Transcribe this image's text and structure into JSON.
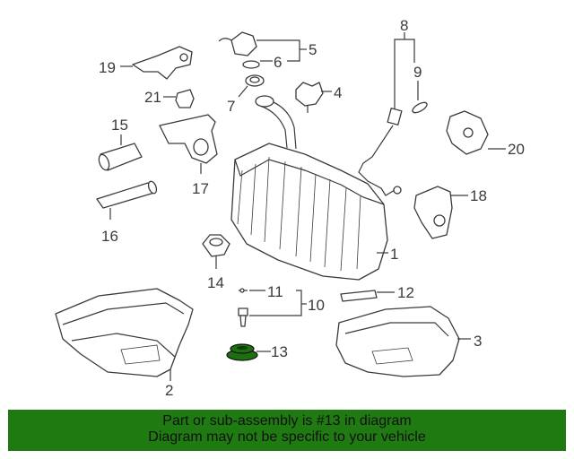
{
  "callouts": {
    "n1": "1",
    "n2": "2",
    "n3": "3",
    "n4": "4",
    "n5": "5",
    "n6": "6",
    "n7": "7",
    "n8": "8",
    "n9": "9",
    "n10": "10",
    "n11": "11",
    "n12": "12",
    "n13": "13",
    "n14": "14",
    "n15": "15",
    "n16": "16",
    "n17": "17",
    "n18": "18",
    "n19": "19",
    "n20": "20",
    "n21": "21"
  },
  "banner": {
    "line1": "Part or sub-assembly is #13 in diagram",
    "line2": "Diagram may not be specific to your vehicle",
    "background": "#1f7a12"
  },
  "highlight_color": "#1e6f10"
}
